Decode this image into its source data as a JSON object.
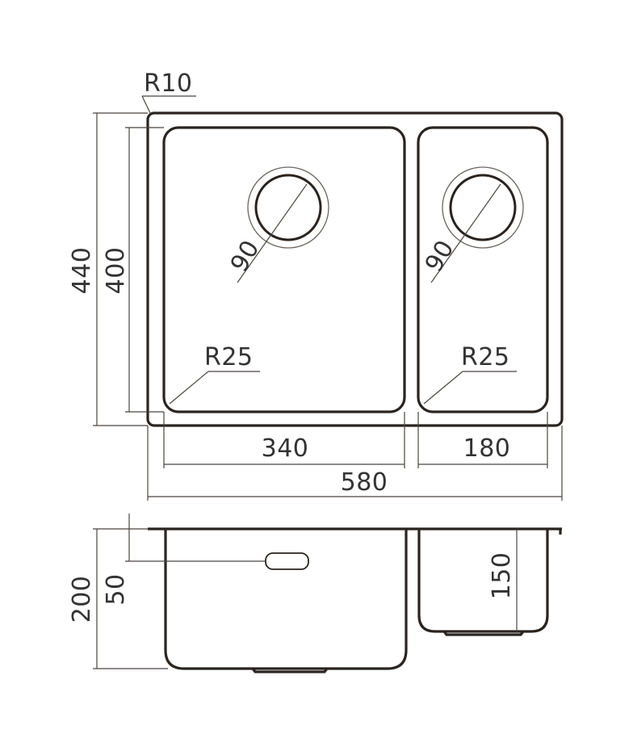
{
  "top_view": {
    "corner_radius_label": "R10",
    "overall_depth_label": "440",
    "bowl_depth_label": "400",
    "left_drain_label": "90",
    "right_drain_label": "90",
    "left_radius_label": "R25",
    "right_radius_label": "R25",
    "left_bowl_width_label": "340",
    "right_bowl_width_label": "180",
    "overall_width_label": "580"
  },
  "side_view": {
    "left_bowl_height_label": "200",
    "overflow_height_label": "50",
    "right_bowl_height_label": "150"
  }
}
